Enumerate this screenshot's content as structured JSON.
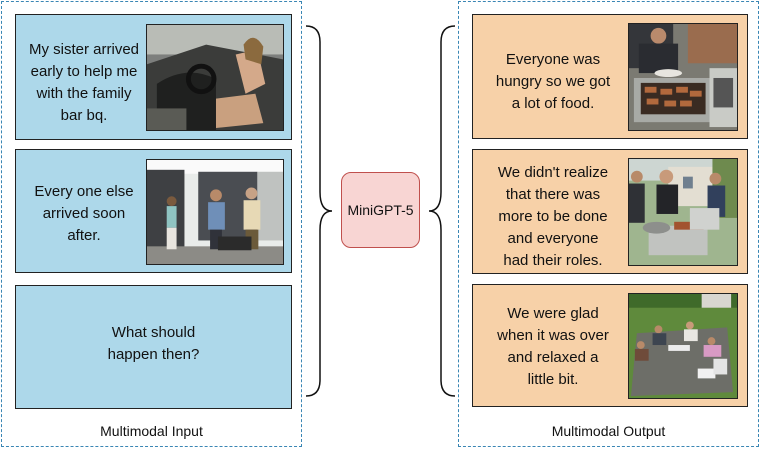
{
  "input_group": {
    "caption": "Multimodal Input",
    "cards": [
      {
        "text_lines": [
          "My sister arrived",
          "early to help me",
          "with the family",
          "bar bq."
        ],
        "image": "photo-woman-in-car"
      },
      {
        "text_lines": [
          "Every one else",
          "arrived soon",
          "after."
        ],
        "image": "photo-guests-in-garage"
      },
      {
        "text_lines": [
          "What should",
          "happen then?"
        ]
      }
    ]
  },
  "model": {
    "label": "MiniGPT-5"
  },
  "output_group": {
    "caption": "Multimodal Output",
    "cards": [
      {
        "text_lines": [
          "Everyone was",
          "hungry so we got",
          "a lot of food."
        ],
        "image": "photo-grill-with-meat"
      },
      {
        "text_lines": [
          "We didn't realize",
          "that there was",
          "more to be done",
          "and everyone",
          "had their roles."
        ],
        "image": "photo-men-grilling"
      },
      {
        "text_lines": [
          "We were glad",
          "when it was over",
          "and relaxed a",
          "little bit."
        ],
        "image": "photo-people-relaxing-in-yard"
      }
    ]
  },
  "colors": {
    "input_card": "#add8ea",
    "output_card": "#f7d1a8",
    "model_fill": "#f8d5d3",
    "model_border": "#c0504d",
    "group_border": "#3a86b4"
  }
}
